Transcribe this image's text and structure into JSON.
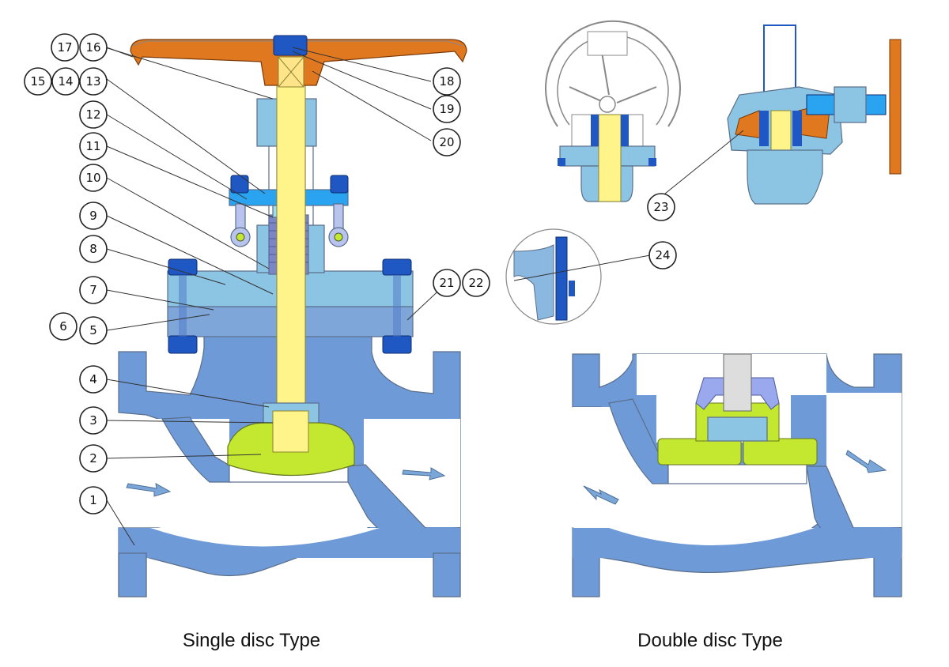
{
  "captions": {
    "single": "Single disc Type",
    "double": "Double disc Type"
  },
  "callouts": [
    "1",
    "2",
    "3",
    "4",
    "5",
    "6",
    "7",
    "8",
    "9",
    "10",
    "11",
    "12",
    "13",
    "14",
    "15",
    "16",
    "17",
    "18",
    "19",
    "20",
    "21",
    "22",
    "23",
    "24"
  ],
  "colors": {
    "body": "#6f9ad8",
    "body_light": "#8ab8e0",
    "bonnet": "#8cc4e3",
    "stem": "#fff48a",
    "disc": "#c4e830",
    "handwheel": "#e07820",
    "bolt": "#1f57c3",
    "bracket": "#b8c4ee",
    "gland": "#2aa3f0",
    "packing": "#7a86c8"
  }
}
